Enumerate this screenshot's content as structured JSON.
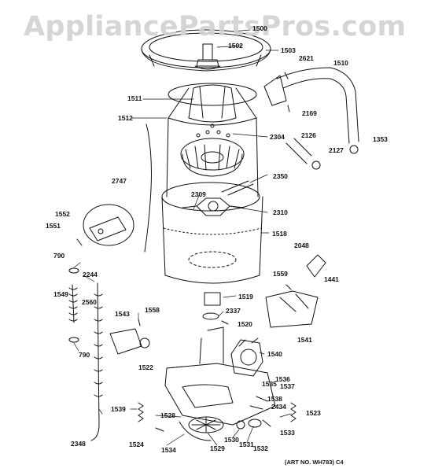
{
  "watermark": "AppliancePartsPros.com",
  "art_number": "(ART NO. WH783) C4",
  "colors": {
    "ink": "#111111",
    "watermark": "#d2d2d2"
  },
  "labels": {
    "p1500": "1500",
    "p1502": "1502",
    "p1503": "1503",
    "p2621": "2621",
    "p1510": "1510",
    "p1511": "1511",
    "p2169": "2169",
    "p1512": "1512",
    "p2304": "2304",
    "p2126": "2126",
    "p2127": "2127",
    "p1353": "1353",
    "p2747": "2747",
    "p2350": "2350",
    "p2309": "2309",
    "p2310": "2310",
    "p1552": "1552",
    "p1551": "1551",
    "p1518": "1518",
    "p2048": "2048",
    "p790a": "790",
    "p2244": "2244",
    "p1559": "1559",
    "p1441": "1441",
    "p1549": "1549",
    "p2560": "2560",
    "p1519": "1519",
    "p1558": "1558",
    "p2337": "2337",
    "p1543": "1543",
    "p1520": "1520",
    "p1541": "1541",
    "p790b": "790",
    "p1540": "1540",
    "p1522": "1522",
    "p1536": "1536",
    "p1535": "1535",
    "p1537": "1537",
    "p1538": "1538",
    "p1539": "1539",
    "p2434": "2434",
    "p1523": "1523",
    "p1528": "1528",
    "p1533": "1533",
    "p1524": "1524",
    "p1530": "1530",
    "p1531": "1531",
    "p1532": "1532",
    "p2348": "2348",
    "p1534": "1534",
    "p1529": "1529"
  }
}
